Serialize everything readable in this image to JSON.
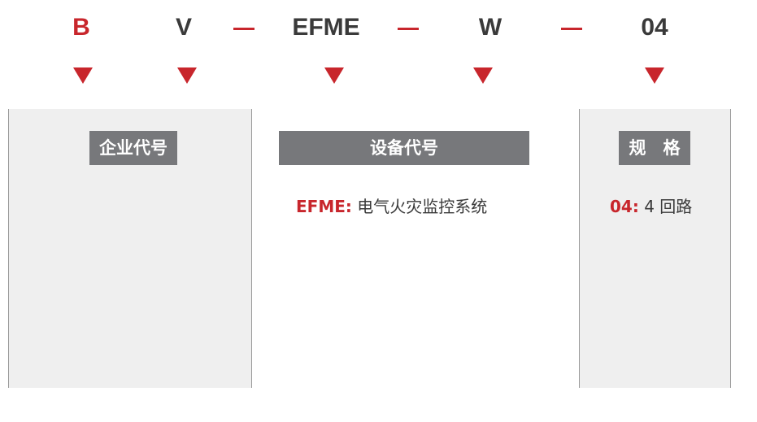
{
  "colors": {
    "accent": "#c8262c",
    "text": "#3a3a3a",
    "panel_bg": "#efefef",
    "pill_bg": "#77787b"
  },
  "codes": [
    "B",
    "V",
    "EFME",
    "W",
    "04"
  ],
  "separator": "—",
  "sections": {
    "enterprise": {
      "title": "企业代号"
    },
    "device": {
      "title": "设备代号",
      "key": "EFME:",
      "value": "电气火灾监控系统"
    },
    "spec": {
      "title": "规　格",
      "key": "04:",
      "value": "4 回路"
    }
  }
}
